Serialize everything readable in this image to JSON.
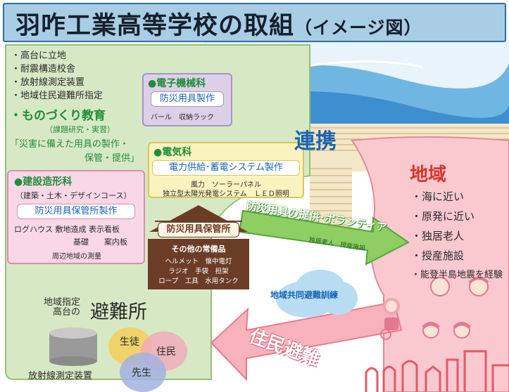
{
  "title": {
    "main": "羽咋工業高等学校の取組",
    "sub": "（イメージ図）"
  },
  "school_features": [
    "・高台に立地",
    "・耐震構造校舎",
    "・放射線測定装置",
    "・地域住民避難所指定"
  ],
  "monozukuri": {
    "label": "・ものづくり教育",
    "sub": "（課題研究・実習）"
  },
  "disaster_quote": {
    "line1": "「災害に備えた用具の製作・",
    "line2": "保管・提供」"
  },
  "electronics": {
    "heading": "●電子機械科",
    "box": "防災用具製作",
    "items": "バール　収納ラック"
  },
  "electrical": {
    "heading": "●電気科",
    "box": "電力供給･蓄電システム製作",
    "items1": "風力　ソーラーパネル",
    "items2": "独立型太陽光発電システム　ＬＥＤ照明"
  },
  "construction": {
    "heading": "●建設造形科",
    "sub": "（建築・土木・デザインコース）",
    "box": "防災用具保管所製作",
    "items1": "ログハウス  敷地造成  表示看板",
    "items2": "基礎　　案内板",
    "items3": "周辺地域の測量"
  },
  "storage": {
    "roof": "防災用具保管所",
    "heading": "その他の常備品",
    "items1": "ヘルメット　懐中電灯",
    "items2": "ラジオ　手袋　担架",
    "items3": "ロープ　工具　水用タンク"
  },
  "renkei": "連携",
  "community": {
    "title": "地域",
    "items": [
      "・海に近い",
      "・原発に近い",
      "・独居老人",
      "・授産施設",
      "・能登半島地震を経験"
    ]
  },
  "arrow_right": {
    "main": "防災用具の提供･ボランティア",
    "sub": "独居老人　授産施設"
  },
  "drill": "地域共同避難訓練",
  "evacuation": "住民避難",
  "shelter": {
    "small1": "地域指定",
    "small2": "高台の",
    "big": "避難所"
  },
  "radiation_device": "放射線測定装置",
  "circles": {
    "students": "生徒",
    "residents": "住民",
    "teachers": "先生"
  },
  "colors": {
    "title_bg": "#a9cde4",
    "school_green": "#d7e9c4",
    "community_pink": "#f9c9cf",
    "accent_green": "#1f8d3a",
    "accent_blue": "#1b64b4",
    "accent_red": "#d6342c"
  }
}
